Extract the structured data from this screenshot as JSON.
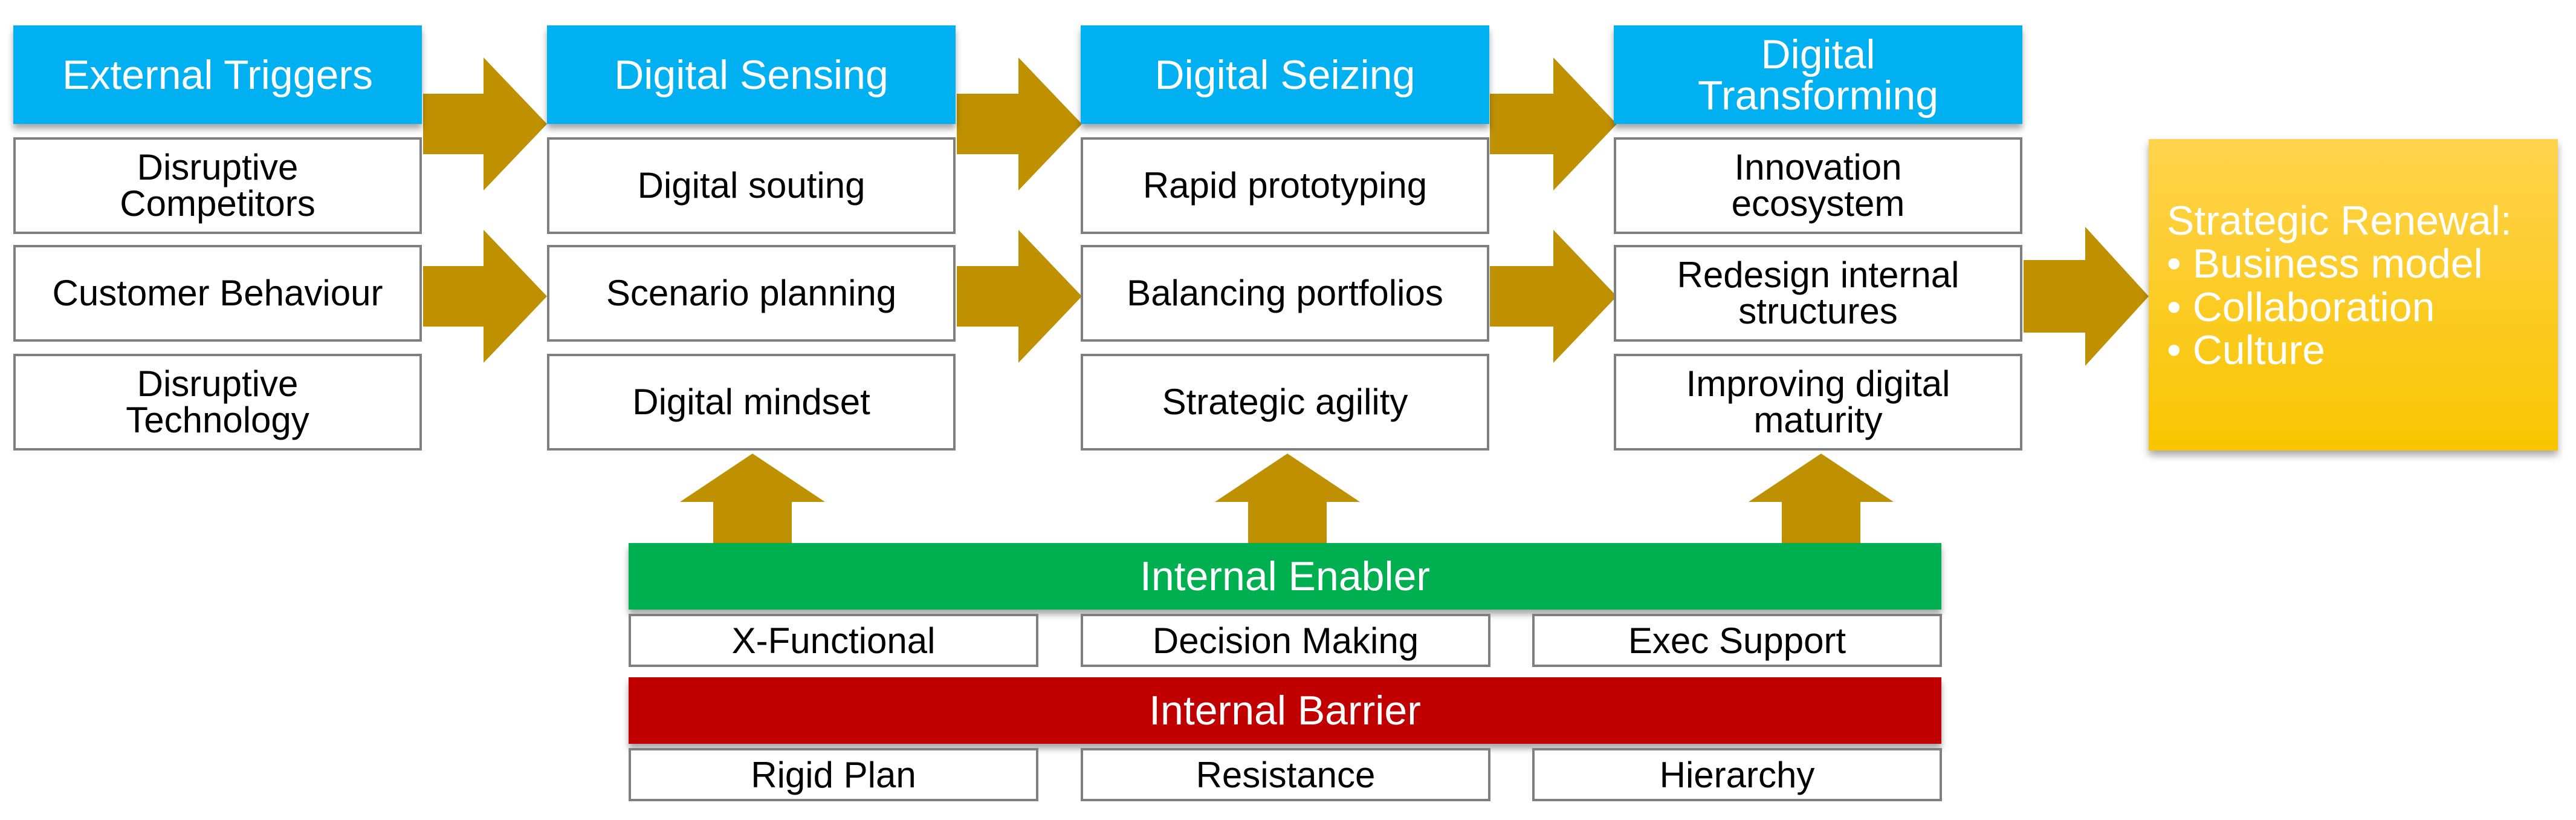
{
  "colors": {
    "header": "#00b0f0",
    "arrow": "#bf9000",
    "enabler": "#00b050",
    "barrier": "#c00000",
    "renewal": "#ffc000",
    "box_border": "#7f7f7f"
  },
  "columns": [
    {
      "header": [
        "External Triggers"
      ],
      "items": [
        [
          "Disruptive",
          "Competitors"
        ],
        [
          "Customer Behaviour"
        ],
        [
          "Disruptive",
          "Technology"
        ]
      ]
    },
    {
      "header": [
        "Digital Sensing"
      ],
      "items": [
        [
          "Digital souting"
        ],
        [
          "Scenario planning"
        ],
        [
          "Digital mindset"
        ]
      ]
    },
    {
      "header": [
        "Digital Seizing"
      ],
      "items": [
        [
          "Rapid prototyping"
        ],
        [
          "Balancing portfolios"
        ],
        [
          "Strategic agility"
        ]
      ]
    },
    {
      "header": [
        "Digital",
        "Transforming"
      ],
      "items": [
        [
          "Innovation",
          "ecosystem"
        ],
        [
          "Redesign internal",
          "structures"
        ],
        [
          "Improving digital",
          "maturity"
        ]
      ]
    }
  ],
  "renewal": {
    "title": "Strategic Renewal:",
    "items": [
      "Business model",
      "Collaboration",
      "Culture"
    ]
  },
  "enabler": {
    "title": "Internal Enabler",
    "items": [
      "X-Functional",
      "Decision Making",
      "Exec Support"
    ]
  },
  "barrier": {
    "title": "Internal Barrier",
    "items": [
      "Rigid Plan",
      "Resistance",
      "Hierarchy"
    ]
  }
}
